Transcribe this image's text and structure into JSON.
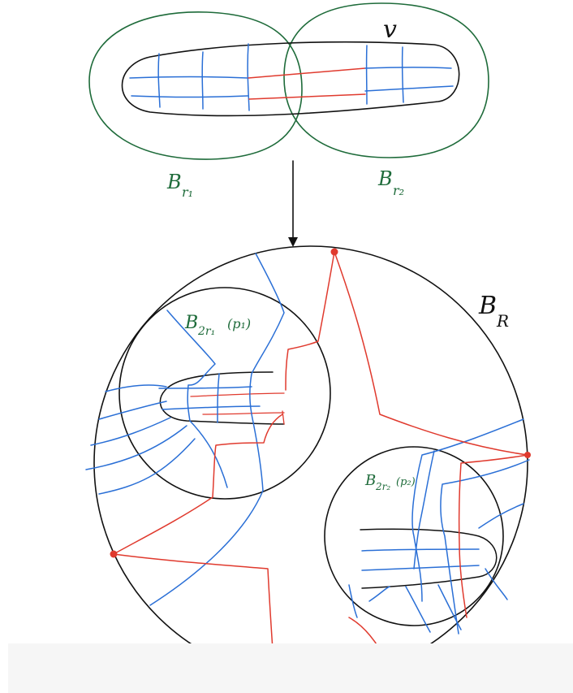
{
  "labels": {
    "v": "v",
    "b_r1": "B",
    "b_r1_sub": "r₁",
    "b_r2": "B",
    "b_r2_sub": "r₂",
    "b_R": "B",
    "b_R_sub": "R",
    "b_2r1": "B",
    "b_2r1_sub": "2r₁",
    "b_2r1_arg": "(p₁)",
    "b_2r2": "B",
    "b_2r2_sub": "2r₂",
    "b_2r2_arg": "(p₂)"
  },
  "colors": {
    "ink": "#111111",
    "green": "#1e6b3a",
    "blue": "#2a6fd6",
    "red": "#e03a2e",
    "footer": "#f6f6f6"
  }
}
